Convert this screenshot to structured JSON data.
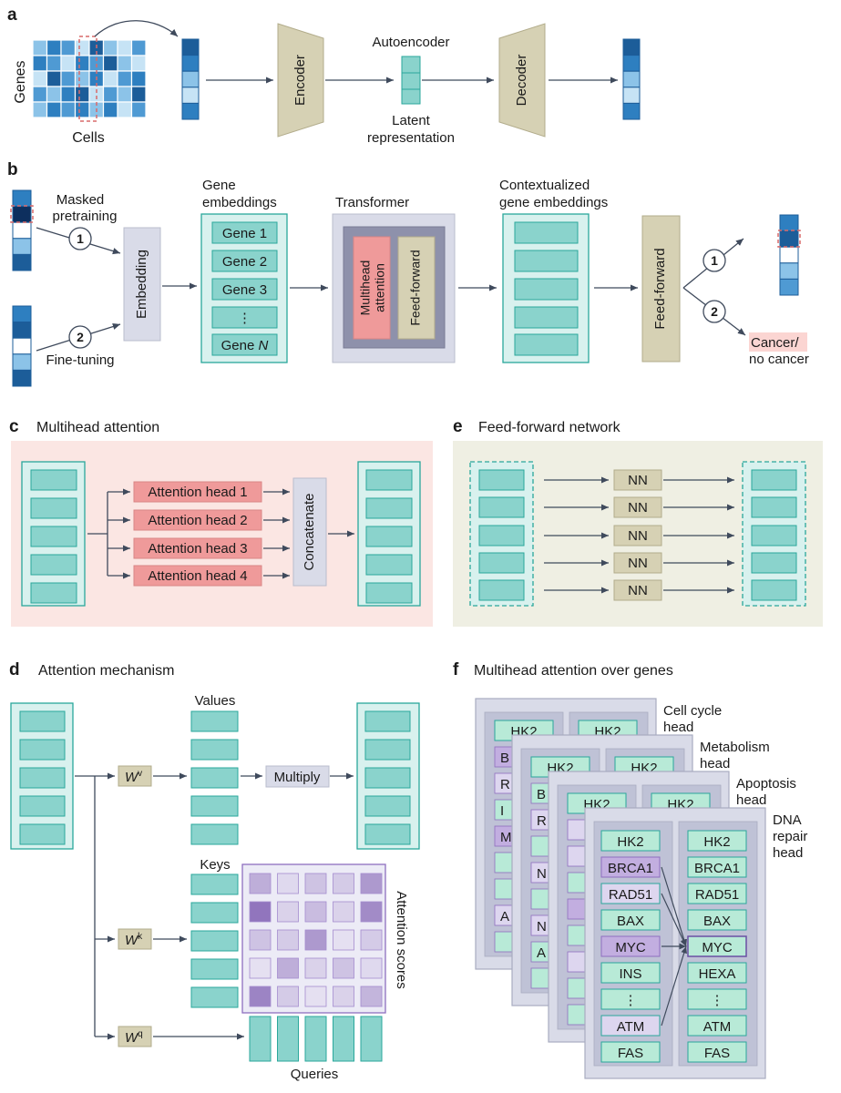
{
  "panel_a": {
    "letter": "a",
    "axis_genes": "Genes",
    "axis_cells": "Cells",
    "encoder": "Encoder",
    "decoder": "Decoder",
    "autoencoder": "Autoencoder",
    "latent_line1": "Latent",
    "latent_line2": "representation"
  },
  "panel_b": {
    "letter": "b",
    "masked_line1": "Masked",
    "masked_line2": "pretraining",
    "fine_tuning": "Fine-tuning",
    "step1": "1",
    "step2": "2",
    "embedding": "Embedding",
    "gene_emb_line1": "Gene",
    "gene_emb_line2": "embeddings",
    "genes": [
      "Gene 1",
      "Gene 2",
      "Gene 3",
      "⋮"
    ],
    "gene_n_prefix": "Gene ",
    "gene_n_var": "N",
    "transformer": "Transformer",
    "multihead_line1": "Multihead",
    "multihead_line2": "attention",
    "feed_forward": "Feed-forward",
    "ctx_line1": "Contextualized",
    "ctx_line2": "gene embeddings",
    "ff_block": "Feed-forward",
    "cancer_line1": "Cancer/",
    "cancer_line2": "no cancer"
  },
  "panel_c": {
    "letter": "c",
    "title": "Multihead attention",
    "heads": [
      "Attention head 1",
      "Attention head 2",
      "Attention head 3",
      "Attention head 4"
    ],
    "concatenate": "Concatenate"
  },
  "panel_e": {
    "letter": "e",
    "title": "Feed-forward network",
    "nn": [
      "NN",
      "NN",
      "NN",
      "NN",
      "NN"
    ]
  },
  "panel_d": {
    "letter": "d",
    "title": "Attention mechanism",
    "values": "Values",
    "keys": "Keys",
    "queries": "Queries",
    "multiply": "Multiply",
    "attention_scores": "Attention scores",
    "w": "W",
    "wv_sup": "v",
    "wk_sup": "k",
    "wq_sup": "q",
    "score_levels": [
      [
        0.45,
        0.15,
        0.3,
        0.25,
        0.6
      ],
      [
        0.85,
        0.2,
        0.35,
        0.2,
        0.7
      ],
      [
        0.3,
        0.25,
        0.6,
        0.1,
        0.25
      ],
      [
        0.1,
        0.45,
        0.2,
        0.3,
        0.15
      ],
      [
        0.75,
        0.25,
        0.1,
        0.2,
        0.4
      ]
    ]
  },
  "panel_f": {
    "letter": "f",
    "title": "Multihead attention over genes",
    "head_labels": [
      [
        "Cell cycle",
        "head"
      ],
      [
        "Metabolism",
        "head"
      ],
      [
        "Apoptosis",
        "head"
      ],
      [
        "DNA",
        "repair",
        "head"
      ]
    ],
    "front_left": [
      "HK2",
      "BRCA1",
      "RAD51",
      "BAX",
      "MYC",
      "INS",
      "⋮",
      "ATM",
      "FAS"
    ],
    "front_right": [
      "HK2",
      "BRCA1",
      "RAD51",
      "BAX",
      "MYC",
      "HEXA",
      "⋮",
      "ATM",
      "FAS"
    ],
    "card_top_left": "HK2",
    "card_top_right": "HK2",
    "card2_left2": "B",
    "card2_left3": "R",
    "card1_left2": "B",
    "card1_left3": "R",
    "card1_left4": "I",
    "card1_left5": "M",
    "card1_left8": "A",
    "card2_left5": "N",
    "card2_left7": "N",
    "card2_left8": "A"
  },
  "colors": {
    "teal_fill": "#8ad3cc",
    "teal_stroke": "#2aa79b",
    "tan": "#d6d1b4",
    "pink_panel": "#fbe6e3",
    "pink_box": "#ef9a9a",
    "beige_panel": "#efefe3",
    "lavender": "#d9dbe8",
    "purple": "#8e6fbf"
  }
}
